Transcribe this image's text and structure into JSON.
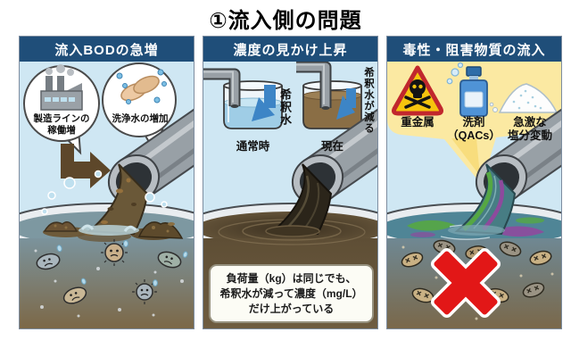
{
  "title": "①流入側の問題",
  "panel_bod": {
    "header": "流入BODの急増",
    "factory_label": "製造ラインの\n稼働増",
    "washing_label": "洗浄水の増加"
  },
  "panel_concentration": {
    "header": "濃度の見かけ上昇",
    "dilution_label": "希釈水",
    "dilution_decrease_label": "希釈水が減る",
    "beaker_normal_label": "通常時",
    "beaker_current_label": "現在",
    "note": "負荷量（kg）は同じでも、\n希釈水が減って濃度（mg/L）\nだけ上がっている"
  },
  "panel_toxic": {
    "header": "毒性・阻害物質の流入",
    "heavy_metal_label": "重金属",
    "detergent_label": "洗剤\n（QACs）",
    "salt_label": "急激な\n塩分変動"
  },
  "icons": [
    "factory-icon",
    "handwash-icon",
    "down-arrow-icon",
    "pipe-icon",
    "discharge-stream",
    "beaker-icon",
    "faucet-icon",
    "warning-skull-icon",
    "detergent-bottle-icon",
    "salt-pile-icon",
    "red-x-icon",
    "bacteria-icon"
  ],
  "colors": {
    "header_bg": "#1f4e79",
    "panel_bg": "#cfe7f3",
    "toxic_bubble_yellow": "#fbe9a2",
    "arrow_blue": "#3d85c6",
    "arrow_brown": "#5d472a",
    "warning_yellow": "#f6c40e",
    "warning_red": "#c1272d",
    "x_red": "#e21717",
    "clean_water": "#9fcde6",
    "dirty_water": "#8a6e45"
  }
}
